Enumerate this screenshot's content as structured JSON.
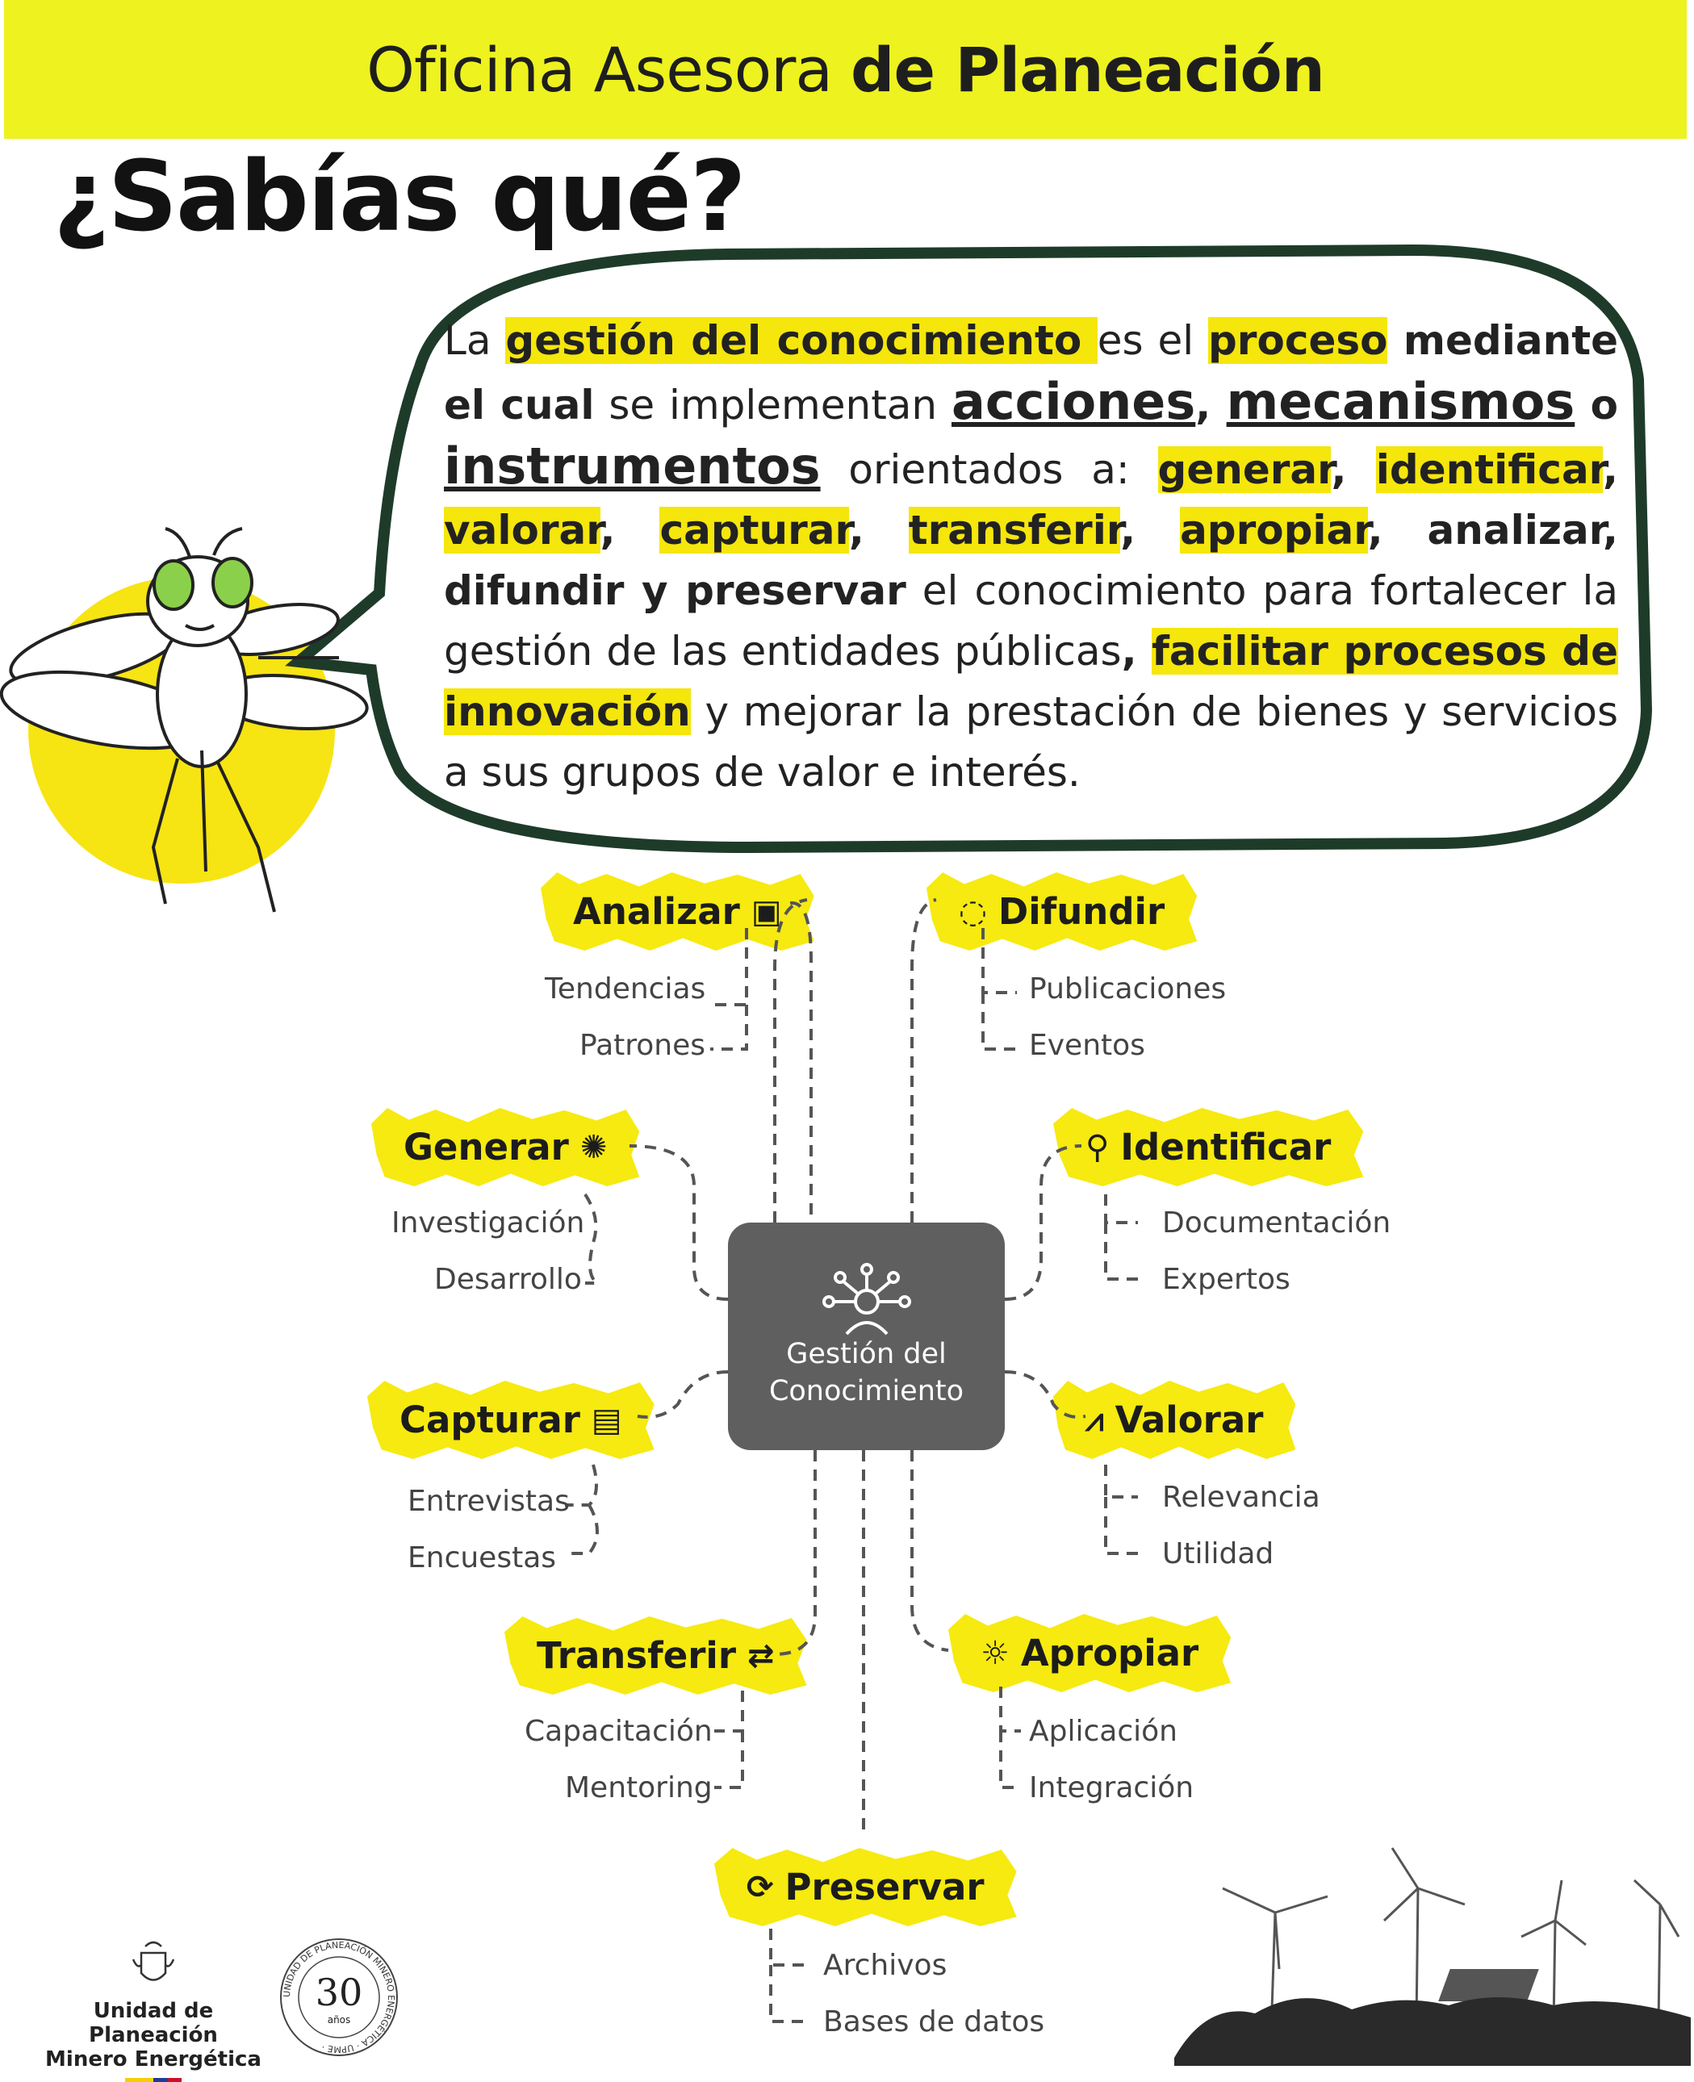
{
  "header": {
    "light": "Oficina Asesora ",
    "bold": "de Planeación"
  },
  "title": "¿Sabías qué?",
  "paragraph": {
    "p1": "La ",
    "h1": "gestión del conocimiento ",
    "p2": "es el ",
    "h2": "proceso",
    "b1": " mediante el cual",
    "p3": " se implementan ",
    "u1": "acciones",
    "p4": ", ",
    "u2": "mecanismos",
    "p5": " o ",
    "u3": "instrumentos",
    "p6": " orientados a: ",
    "h3": "generar",
    "p7": ", ",
    "h4": "identificar",
    "p8": ", ",
    "h5": "valorar",
    "p9": ", ",
    "h6": "capturar",
    "p10": ", ",
    "h7": "transferir",
    "p11": ", ",
    "h8": "apropiar",
    "b2": ", analizar, difundir y preservar",
    "p12": " el conocimiento para fortalecer la gestión de las entidades públicas",
    "b3": ", ",
    "h9": "facilitar procesos de innovación",
    "p13": " y mejorar la prestación de bienes y servicios a sus grupos de valor e interés."
  },
  "diagram": {
    "center": {
      "line1": "Gestión del",
      "line2": "Conocimiento",
      "icon": "network-person-icon"
    },
    "colors": {
      "highlight": "#f6ea10",
      "center": "#5f5f5f",
      "dash": "#555555",
      "title_band": "#eef21f",
      "bubble_border": "#1e3b2a"
    },
    "nodes": {
      "analizar": {
        "label": "Analizar",
        "icon": "presentation-chart-icon",
        "items": [
          "Tendencias",
          "Patrones"
        ]
      },
      "difundir": {
        "label": "Difundir",
        "icon": "speech-bubble-icon",
        "items": [
          "Publicaciones",
          "Eventos"
        ]
      },
      "generar": {
        "label": "Generar",
        "icon": "idea-person-icon",
        "items": [
          "Investigación",
          "Desarrollo"
        ]
      },
      "identificar": {
        "label": "Identificar",
        "icon": "search-person-icon",
        "items": [
          "Documentación",
          "Expertos"
        ]
      },
      "capturar": {
        "label": "Capturar",
        "icon": "document-database-icon",
        "items": [
          "Entrevistas",
          "Encuestas"
        ]
      },
      "valorar": {
        "label": "Valorar",
        "icon": "line-chart-icon",
        "items": [
          "Relevancia",
          "Utilidad"
        ]
      },
      "transferir": {
        "label": "Transferir",
        "icon": "people-transfer-icon",
        "items": [
          "Capacitación",
          "Mentoring"
        ]
      },
      "apropiar": {
        "label": "Apropiar",
        "icon": "head-idea-icon",
        "items": [
          "Aplicación",
          "Integración"
        ]
      },
      "preservar": {
        "label": "Preservar",
        "icon": "graduation-cycle-icon",
        "items": [
          "Archivos",
          "Bases de datos"
        ]
      }
    }
  },
  "footer": {
    "logo_line1": "Unidad de Planeación",
    "logo_line2": "Minero Energética",
    "seal_number": "30",
    "seal_sub": "años",
    "seal_ring": "UNIDAD DE PLANEACIÓN MINERO ENERGÉTICA · UPME ·"
  }
}
